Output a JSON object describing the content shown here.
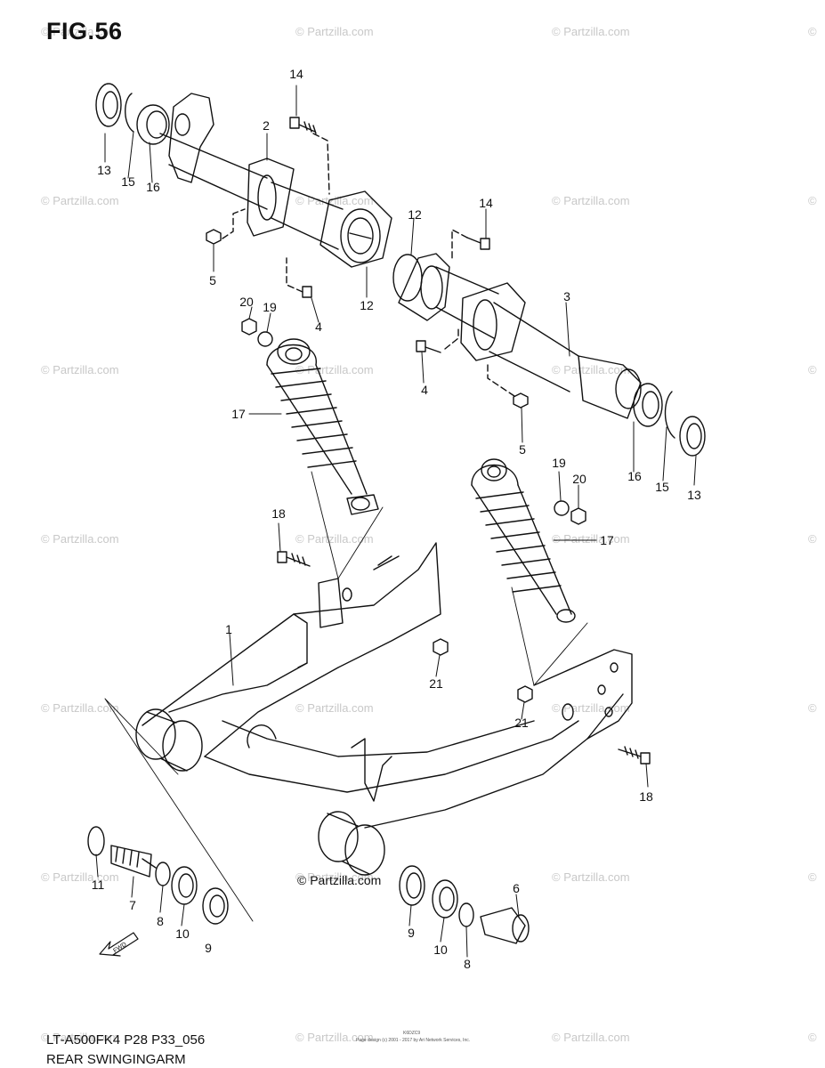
{
  "figure": {
    "title": "FIG.56",
    "model_code": "LT-A500FK4 P28 P33_056",
    "section_name": "REAR SWINGINGARM",
    "watermark_text": "© Partzilla.com",
    "watermark_copy_symbol": "©",
    "center_brand": "© Partzilla.com",
    "fwd_label": "FWD",
    "fine_print_1": "K6DZC9",
    "fine_print_2": "Page design (c) 2001 - 2017 by Ari Network Services, Inc."
  },
  "callouts": [
    {
      "id": "c14a",
      "number": "14"
    },
    {
      "id": "c2",
      "number": "2"
    },
    {
      "id": "c13a",
      "number": "13"
    },
    {
      "id": "c15a",
      "number": "15"
    },
    {
      "id": "c16a",
      "number": "16"
    },
    {
      "id": "c5a",
      "number": "5"
    },
    {
      "id": "c12a",
      "number": "12"
    },
    {
      "id": "c4a",
      "number": "4"
    },
    {
      "id": "c12b",
      "number": "12"
    },
    {
      "id": "c14b",
      "number": "14"
    },
    {
      "id": "c3",
      "number": "3"
    },
    {
      "id": "c20a",
      "number": "20"
    },
    {
      "id": "c19a",
      "number": "19"
    },
    {
      "id": "c4b",
      "number": "4"
    },
    {
      "id": "c5b",
      "number": "5"
    },
    {
      "id": "c17a",
      "number": "17"
    },
    {
      "id": "c16b",
      "number": "16"
    },
    {
      "id": "c15b",
      "number": "15"
    },
    {
      "id": "c13b",
      "number": "13"
    },
    {
      "id": "c19b",
      "number": "19"
    },
    {
      "id": "c20b",
      "number": "20"
    },
    {
      "id": "c18a",
      "number": "18"
    },
    {
      "id": "c17b",
      "number": "17"
    },
    {
      "id": "c1",
      "number": "1"
    },
    {
      "id": "c21a",
      "number": "21"
    },
    {
      "id": "c21b",
      "number": "21"
    },
    {
      "id": "c18b",
      "number": "18"
    },
    {
      "id": "c11",
      "number": "11"
    },
    {
      "id": "c7",
      "number": "7"
    },
    {
      "id": "c8a",
      "number": "8"
    },
    {
      "id": "c10a",
      "number": "10"
    },
    {
      "id": "c9a",
      "number": "9"
    },
    {
      "id": "c6",
      "number": "6"
    },
    {
      "id": "c9b",
      "number": "9"
    },
    {
      "id": "c10b",
      "number": "10"
    },
    {
      "id": "c8b",
      "number": "8"
    }
  ]
}
